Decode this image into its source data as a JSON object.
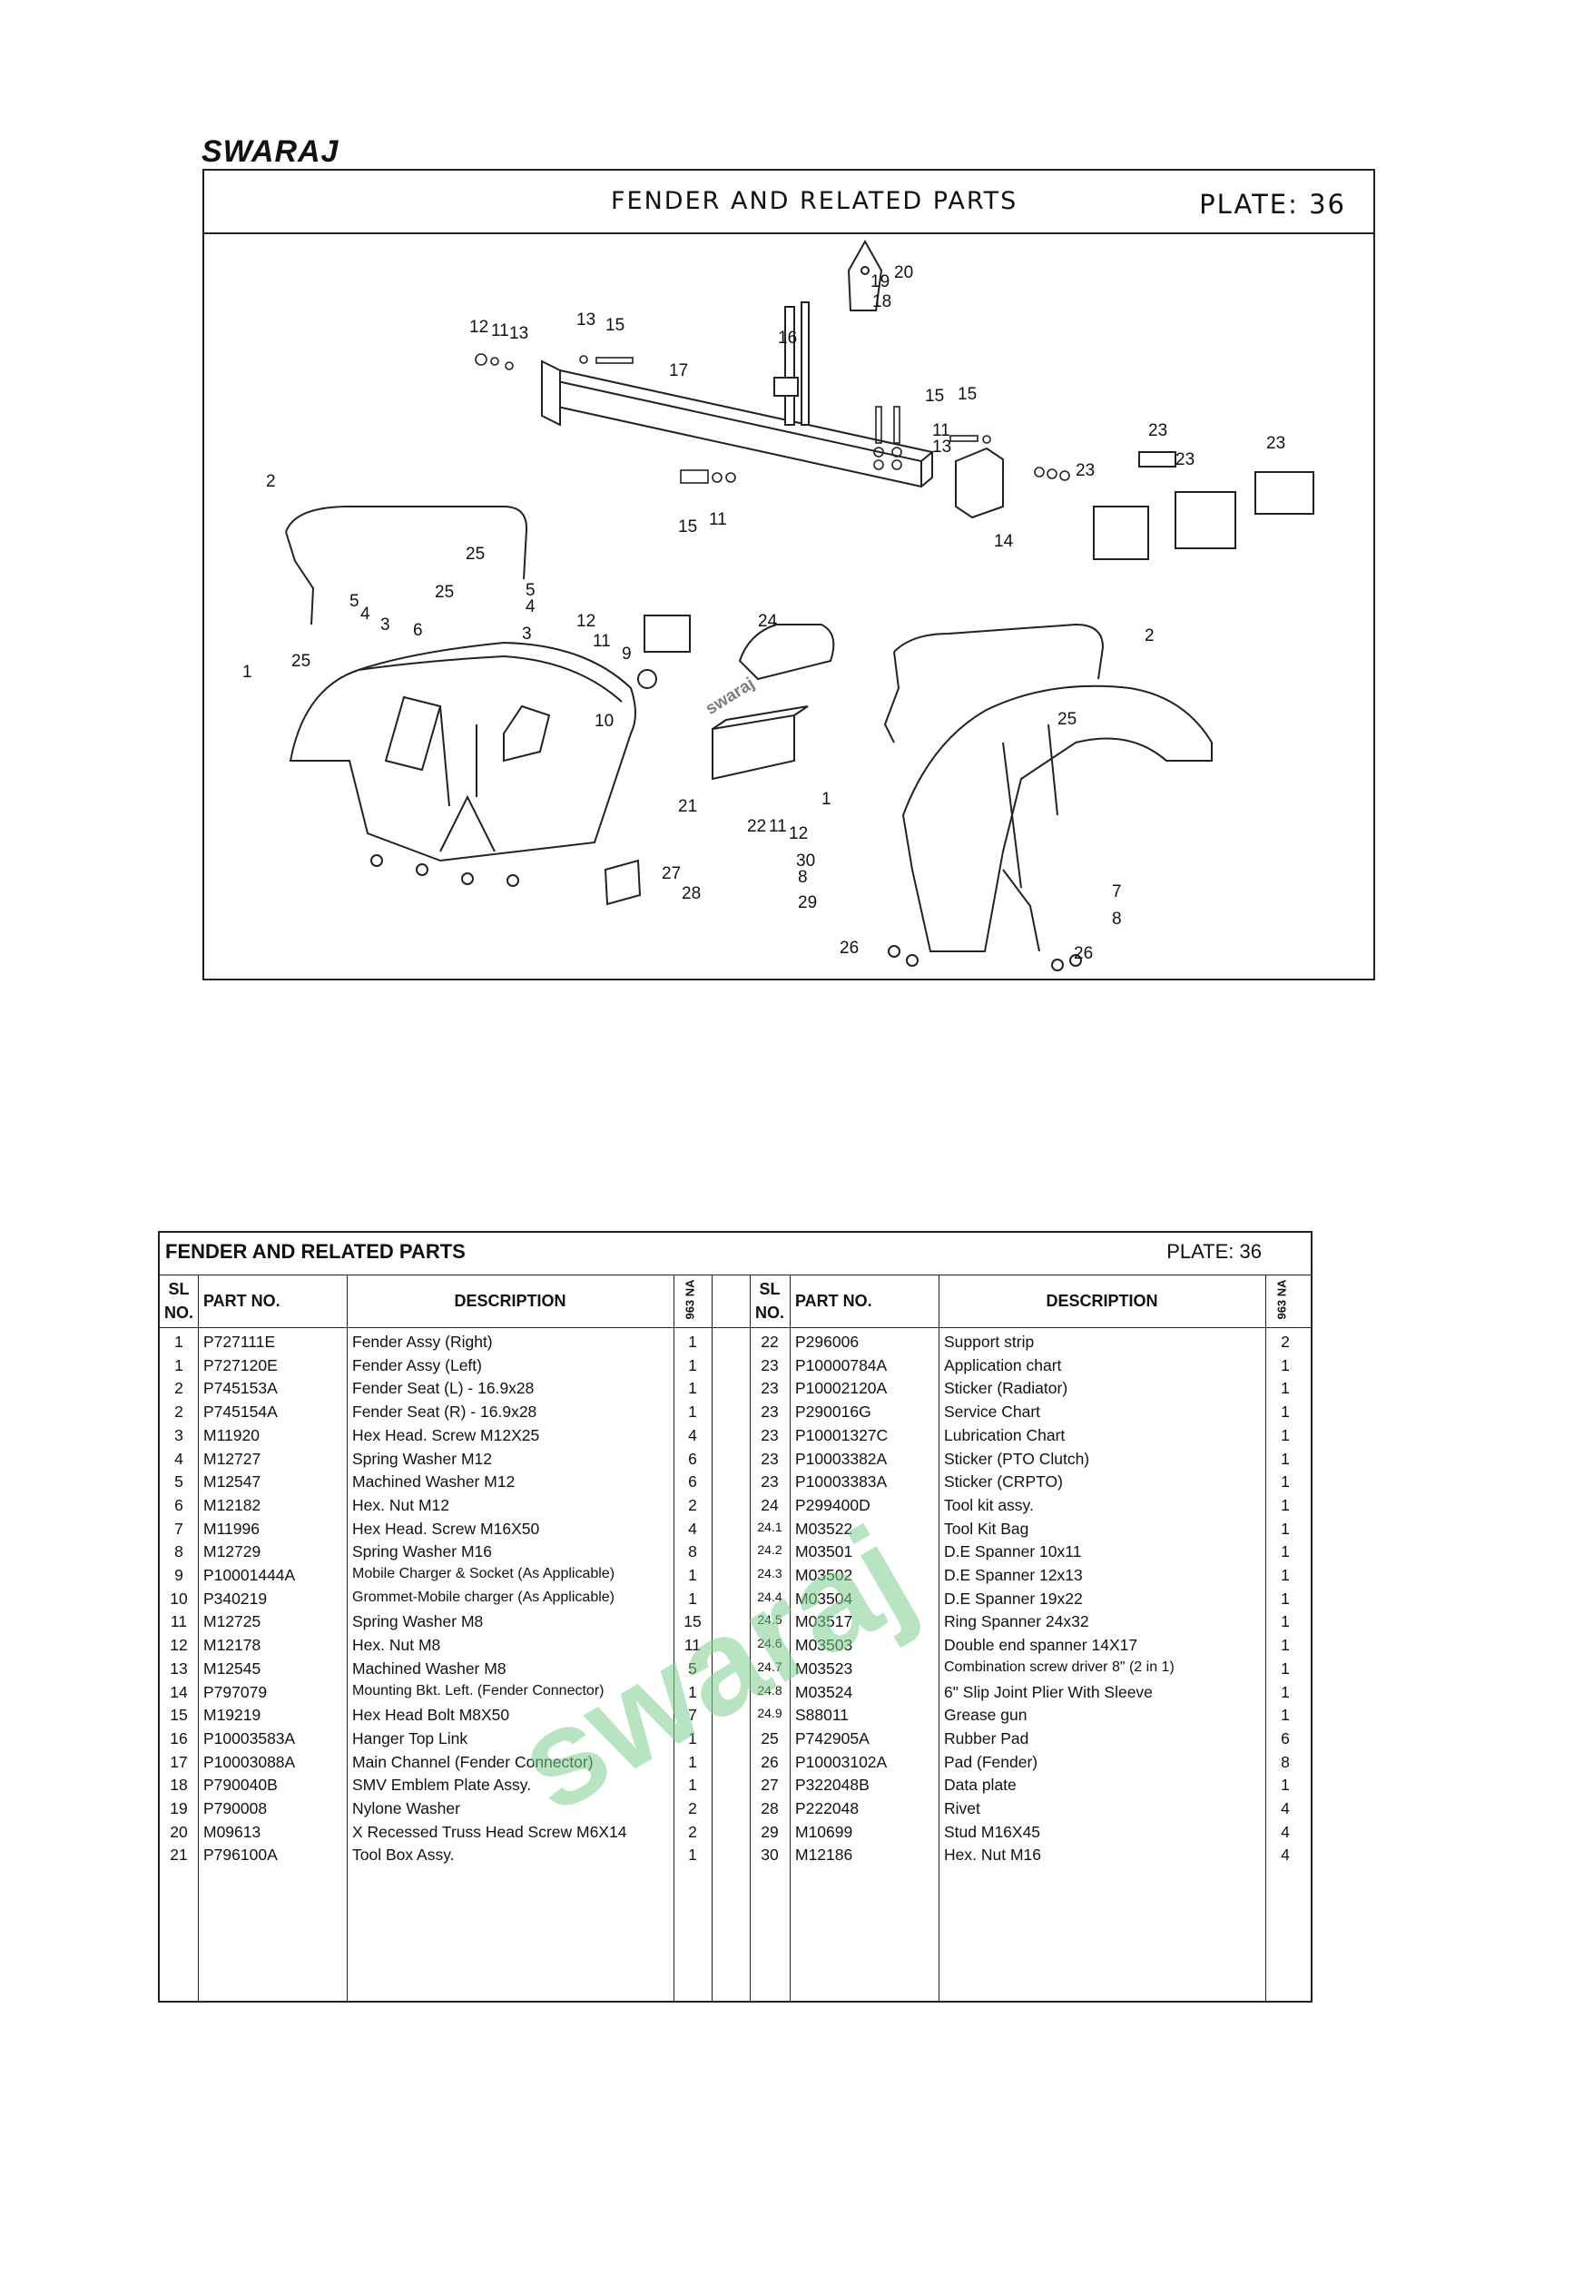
{
  "brand": {
    "logo_text": "swaraj"
  },
  "plate": {
    "title": "FENDER AND RELATED PARTS",
    "plate_label": "PLATE:  36"
  },
  "diagram": {
    "watermark": "swaraj",
    "callouts": [
      "12",
      "11",
      "13",
      "13",
      "15",
      "17",
      "16",
      "18",
      "19",
      "20",
      "15",
      "15",
      "11",
      "13",
      "23",
      "23",
      "23",
      "23",
      "14",
      "2",
      "25",
      "5",
      "4",
      "25",
      "6",
      "3",
      "5",
      "4",
      "3",
      "25",
      "1",
      "15",
      "11",
      "12",
      "11",
      "9",
      "10",
      "24",
      "2",
      "25",
      "21",
      "22",
      "11",
      "12",
      "1",
      "27",
      "28",
      "30",
      "8",
      "29",
      "7",
      "8",
      "26",
      "26"
    ]
  },
  "table": {
    "title": "FENDER AND RELATED PARTS",
    "plate_label": "PLATE: 36",
    "headers": {
      "sl": "SL",
      "no": "NO.",
      "part_no": "PART NO.",
      "description": "DESCRIPTION",
      "qty": "963 NA"
    },
    "left_rows": [
      {
        "sl": "1",
        "part": "P727111E",
        "desc": "Fender Assy  (Right)",
        "qty": "1"
      },
      {
        "sl": "1",
        "part": "P727120E",
        "desc": "Fender Assy  (Left)",
        "qty": "1"
      },
      {
        "sl": "2",
        "part": "P745153A",
        "desc": "Fender Seat (L) - 16.9x28",
        "qty": "1"
      },
      {
        "sl": "2",
        "part": "P745154A",
        "desc": "Fender Seat (R) - 16.9x28",
        "qty": "1"
      },
      {
        "sl": "3",
        "part": "M11920",
        "desc": "Hex Head. Screw M12X25",
        "qty": "4"
      },
      {
        "sl": "4",
        "part": "M12727",
        "desc": "Spring Washer M12",
        "qty": "6"
      },
      {
        "sl": "5",
        "part": "M12547",
        "desc": "Machined Washer M12",
        "qty": "6"
      },
      {
        "sl": "6",
        "part": "M12182",
        "desc": "Hex. Nut M12",
        "qty": "2"
      },
      {
        "sl": "7",
        "part": "M11996",
        "desc": "Hex Head. Screw M16X50",
        "qty": "4"
      },
      {
        "sl": "8",
        "part": "M12729",
        "desc": "Spring Washer M16",
        "qty": "8"
      },
      {
        "sl": "9",
        "part": "P10001444A",
        "desc": "Mobile Charger & Socket (As Applicable)",
        "qty": "1"
      },
      {
        "sl": "10",
        "part": "P340219",
        "desc": "Grommet-Mobile charger (As Applicable)",
        "qty": "1"
      },
      {
        "sl": "11",
        "part": "M12725",
        "desc": "Spring Washer M8",
        "qty": "15"
      },
      {
        "sl": "12",
        "part": "M12178",
        "desc": "Hex. Nut M8",
        "qty": "11"
      },
      {
        "sl": "13",
        "part": "M12545",
        "desc": "Machined Washer M8",
        "qty": "5"
      },
      {
        "sl": "14",
        "part": "P797079",
        "desc": "Mounting Bkt. Left. (Fender Connector)",
        "qty": "1"
      },
      {
        "sl": "15",
        "part": "M19219",
        "desc": "Hex Head Bolt M8X50",
        "qty": "7"
      },
      {
        "sl": "16",
        "part": "P10003583A",
        "desc": "Hanger Top Link",
        "qty": "1"
      },
      {
        "sl": "17",
        "part": "P10003088A",
        "desc": "Main Channel (Fender Connector)",
        "qty": "1"
      },
      {
        "sl": "18",
        "part": "P790040B",
        "desc": "SMV Emblem Plate Assy.",
        "qty": "1"
      },
      {
        "sl": "19",
        "part": "P790008",
        "desc": "Nylone Washer",
        "qty": "2"
      },
      {
        "sl": "20",
        "part": "M09613",
        "desc": "X Recessed Truss Head Screw M6X14",
        "qty": "2"
      },
      {
        "sl": "21",
        "part": "P796100A",
        "desc": "Tool Box Assy.",
        "qty": "1"
      }
    ],
    "right_rows": [
      {
        "sl": "22",
        "part": "P296006",
        "desc": "Support strip",
        "qty": "2"
      },
      {
        "sl": "23",
        "part": "P10000784A",
        "desc": "Application chart",
        "qty": "1"
      },
      {
        "sl": "23",
        "part": "P10002120A",
        "desc": "Sticker (Radiator)",
        "qty": "1"
      },
      {
        "sl": "23",
        "part": "P290016G",
        "desc": "Service Chart",
        "qty": "1"
      },
      {
        "sl": "23",
        "part": "P10001327C",
        "desc": "Lubrication Chart",
        "qty": "1"
      },
      {
        "sl": "23",
        "part": "P10003382A",
        "desc": "Sticker (PTO Clutch)",
        "qty": "1"
      },
      {
        "sl": "23",
        "part": "P10003383A",
        "desc": "Sticker (CRPTO)",
        "qty": "1"
      },
      {
        "sl": "24",
        "part": "P299400D",
        "desc": "Tool kit assy.",
        "qty": "1"
      },
      {
        "sl": "24.1",
        "part": "M03522",
        "desc": "Tool Kit Bag",
        "qty": "1"
      },
      {
        "sl": "24.2",
        "part": "M03501",
        "desc": "D.E Spanner 10x11",
        "qty": "1"
      },
      {
        "sl": "24.3",
        "part": "M03502",
        "desc": "D.E Spanner 12x13",
        "qty": "1"
      },
      {
        "sl": "24.4",
        "part": "M03504",
        "desc": "D.E Spanner 19x22",
        "qty": "1"
      },
      {
        "sl": "24.5",
        "part": "M03517",
        "desc": "Ring Spanner 24x32",
        "qty": "1"
      },
      {
        "sl": "24.6",
        "part": "M03503",
        "desc": "Double end spanner 14X17",
        "qty": "1"
      },
      {
        "sl": "24.7",
        "part": "M03523",
        "desc": "Combination screw driver 8\" (2 in 1)",
        "qty": "1"
      },
      {
        "sl": "24.8",
        "part": "M03524",
        "desc": "6\" Slip Joint Plier With Sleeve",
        "qty": "1"
      },
      {
        "sl": "24.9",
        "part": "S88011",
        "desc": "Grease gun",
        "qty": "1"
      },
      {
        "sl": "25",
        "part": "P742905A",
        "desc": "Rubber Pad",
        "qty": "6"
      },
      {
        "sl": "26",
        "part": "P10003102A",
        "desc": "Pad (Fender)",
        "qty": "8"
      },
      {
        "sl": "27",
        "part": "P322048B",
        "desc": "Data plate",
        "qty": "1"
      },
      {
        "sl": "28",
        "part": "P222048",
        "desc": "Rivet",
        "qty": "4"
      },
      {
        "sl": "29",
        "part": "M10699",
        "desc": "Stud M16X45",
        "qty": "4"
      },
      {
        "sl": "30",
        "part": "M12186",
        "desc": "Hex. Nut M16",
        "qty": "4"
      }
    ],
    "watermark": "swaraj"
  }
}
